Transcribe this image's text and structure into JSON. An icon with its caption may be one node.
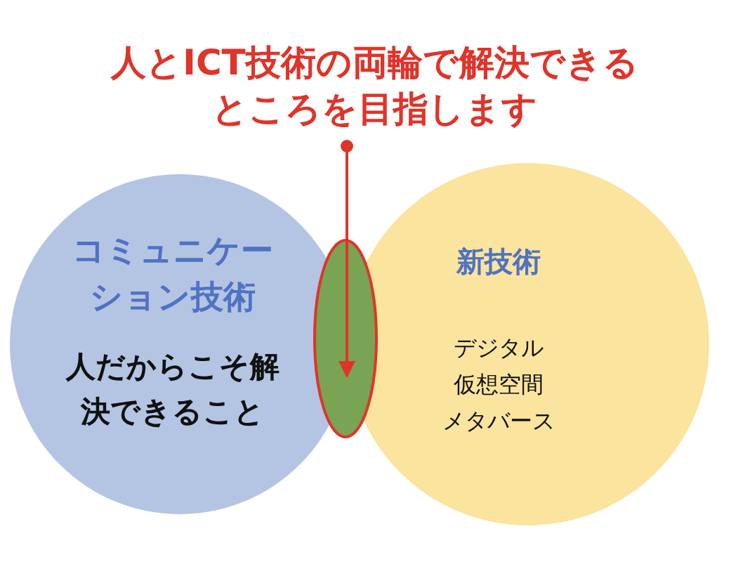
{
  "diagram": {
    "nodes": [
      {
        "text": [
          "人とICT技術の両輪で解決できるところを目指します"
        ]
      },
      {
        "text": [
          "コミュニケーション技術",
          "人だからこそ解決できること"
        ]
      },
      {
        "text": [
          "新技術",
          "デジタル",
          "仮想空間",
          "メタバース"
        ]
      },
      {
        "text": [],
        "shape": "ellipse"
      }
    ],
    "edges": [
      {
        "from": 0,
        "to": 3,
        "arrow": "to",
        "color": "#e0342a"
      }
    ]
  }
}
